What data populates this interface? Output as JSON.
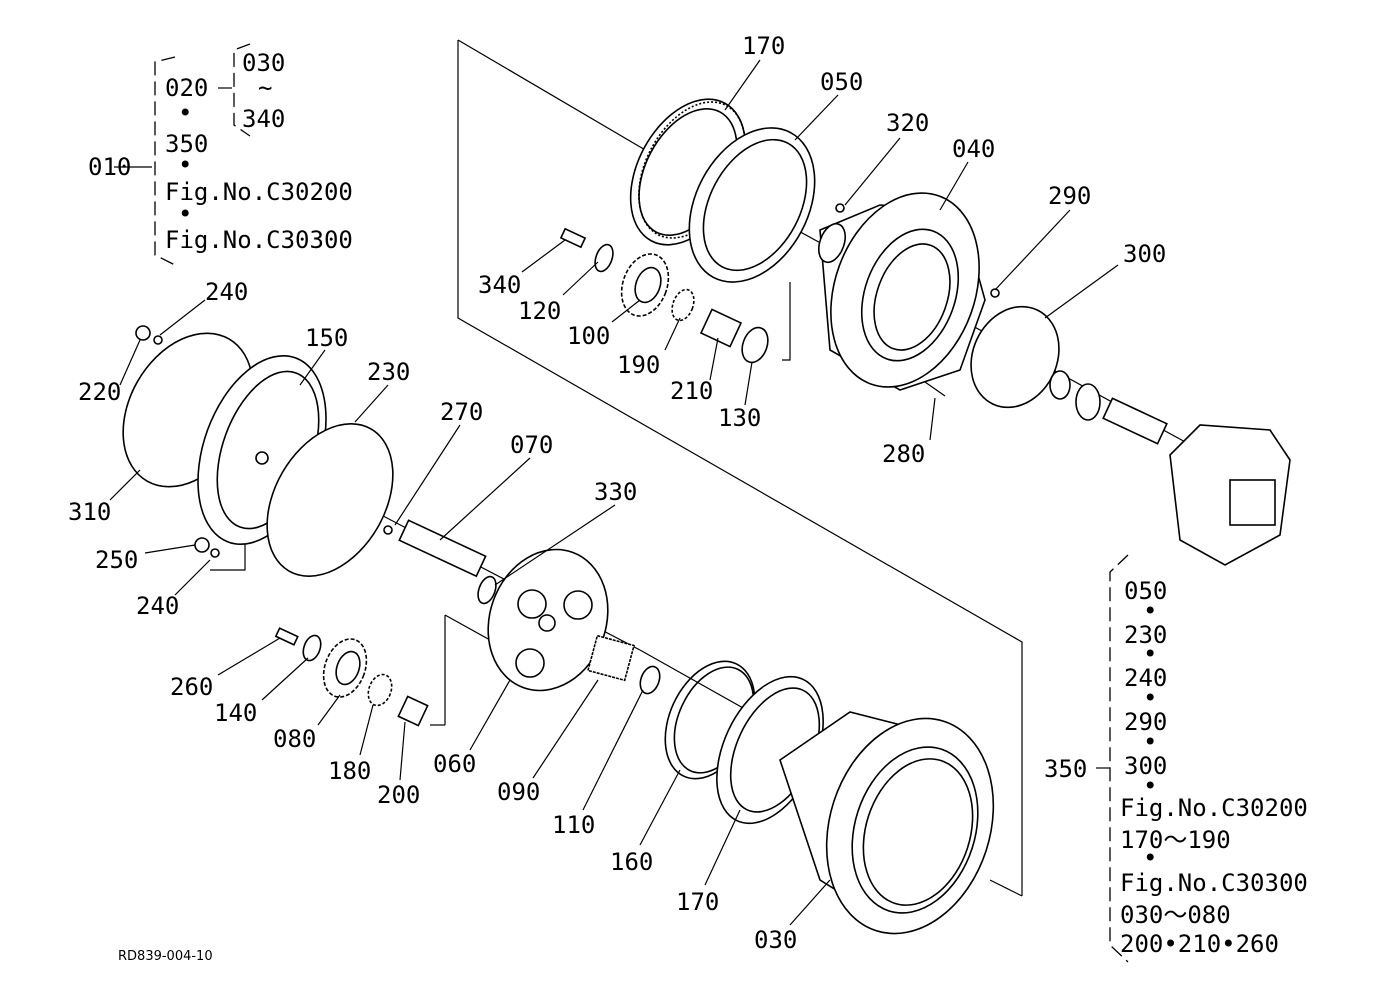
{
  "drawing_code": "RD839-004-10",
  "parts": [
    "010",
    "020",
    "030",
    "040",
    "050",
    "060",
    "070",
    "080",
    "090",
    "100",
    "110",
    "120",
    "130",
    "140",
    "150",
    "160",
    "170",
    "180",
    "190",
    "200",
    "210",
    "220",
    "230",
    "240",
    "250",
    "260",
    "270",
    "280",
    "290",
    "300",
    "310",
    "320",
    "330",
    "340",
    "350"
  ],
  "callouts": {
    "p170a": "170",
    "p050": "050",
    "p320": "320",
    "p040": "040",
    "p290": "290",
    "p300": "300",
    "p340": "340",
    "p120": "120",
    "p100": "100",
    "p190": "190",
    "p210": "210",
    "p130": "130",
    "p280": "280",
    "p240a": "240",
    "p150": "150",
    "p230": "230",
    "p270": "270",
    "p070": "070",
    "p330": "330",
    "p220": "220",
    "p310": "310",
    "p250": "250",
    "p240b": "240",
    "p260": "260",
    "p140": "140",
    "p080": "080",
    "p180": "180",
    "p200": "200",
    "p060": "060",
    "p090": "090",
    "p110": "110",
    "p160": "160",
    "p170b": "170",
    "p030": "030"
  },
  "legend_010": {
    "root": "010",
    "sub": "020",
    "range_from": "030",
    "range_tilde": "~",
    "range_to": "340",
    "dot": "•",
    "item_350": "350",
    "fig1": "Fig.No.C30200",
    "fig2": "Fig.No.C30300"
  },
  "legend_350": {
    "root": "350",
    "dot": "•",
    "items": [
      "050",
      "230",
      "240",
      "290",
      "300"
    ],
    "fig1": "Fig.No.C30200",
    "range1": "170～190",
    "fig2": "Fig.No.C30300",
    "range2": "030～080",
    "list": "200•210•260"
  }
}
